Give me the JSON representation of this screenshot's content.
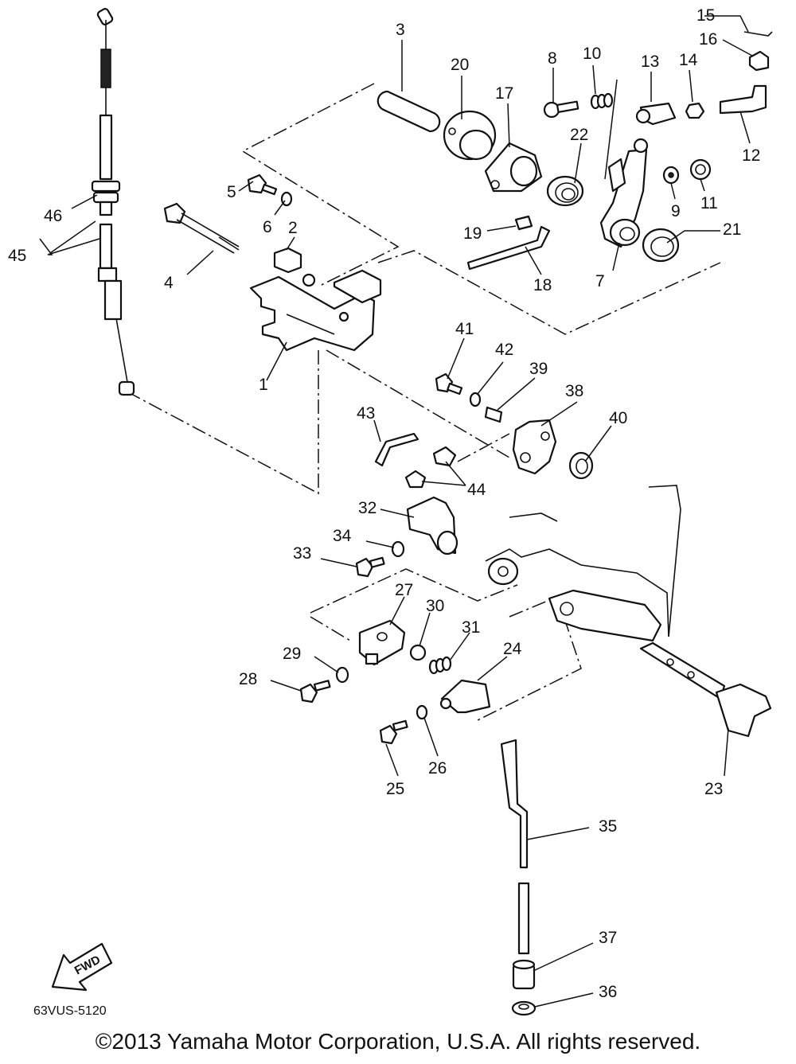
{
  "diagram": {
    "part_labels": [
      "1",
      "2",
      "3",
      "4",
      "5",
      "6",
      "7",
      "8",
      "9",
      "10",
      "11",
      "12",
      "13",
      "14",
      "15",
      "16",
      "17",
      "18",
      "19",
      "20",
      "21",
      "22",
      "23",
      "24",
      "25",
      "26",
      "27",
      "28",
      "29",
      "30",
      "31",
      "32",
      "33",
      "34",
      "35",
      "36",
      "37",
      "38",
      "39",
      "40",
      "41",
      "42",
      "43",
      "44",
      "45",
      "46"
    ],
    "fwd_label": "FWD",
    "drawing_code": "63VUS-5120",
    "copyright": "©2013 Yamaha Motor Corporation, U.S.A. All rights reserved."
  }
}
